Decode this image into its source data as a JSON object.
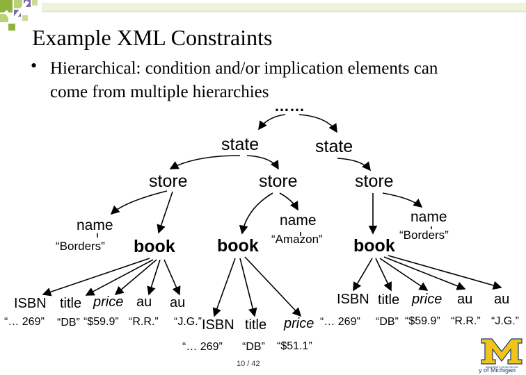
{
  "slide": {
    "title": "Example XML Constraints",
    "bullet_line1": "Hierarchical: condition and/or implication elements can",
    "bullet_line2": "come from multiple hierarchies",
    "page": "10 / 42",
    "logo_text": "UNIVERSITY OF MICHIGAN",
    "logo_caption": "y of Michigan"
  },
  "tree": {
    "ellipsis": "……",
    "state1": "state",
    "state2": "state",
    "store1": "store",
    "store2": "store",
    "store3": "store",
    "name1": "name",
    "borders1": "“Borders”",
    "book1": "book",
    "book2": "book",
    "name2": "name",
    "amazon": "“Amazon”",
    "book3": "book",
    "name3": "name",
    "borders2": "“Borders”",
    "isbn1": "ISBN",
    "title1": "title",
    "price1": "price",
    "au1a": "au",
    "au1b": "au",
    "isbn1_val": "“… 269”",
    "title1_val": "“DB”",
    "price1_val": "“$59.9”",
    "au1a_val": "“R.R.”",
    "au1b_val": "“J.G.”",
    "isbn2": "ISBN",
    "title2": "title",
    "price2": "price",
    "isbn2_val": "“… 269”",
    "title2_val": "“DB”",
    "price2_val": "“$51.1”",
    "isbn3": "ISBN",
    "title3": "title",
    "price3": "price",
    "au3a": "au",
    "au3b": "au",
    "isbn3_val": "“… 269”",
    "title3_val": "“DB”",
    "price3_val": "“$59.9”",
    "au3a_val": "“R.R.”",
    "au3b_val": "“J.G.”"
  },
  "colors": {
    "corner_green": "#8db33a",
    "corner_purple": "#7a6aa8",
    "rule": "#8a8a8a",
    "logo_maize": "#f0c419",
    "logo_blue": "#1d3a6b"
  }
}
